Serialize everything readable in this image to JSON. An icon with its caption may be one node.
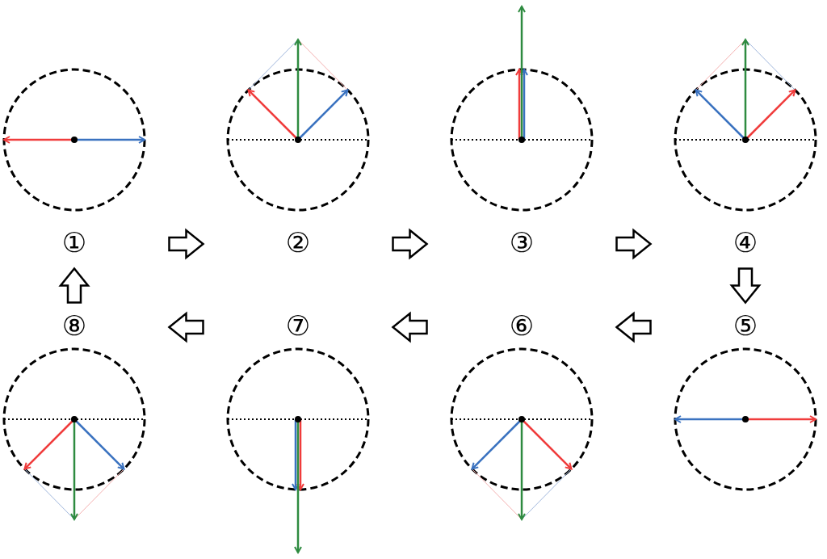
{
  "diagram": {
    "nodes": [
      {
        "text": [],
        "shape": "circle",
        "beside": [
          "①"
        ]
      },
      {
        "text": [],
        "shape": "circle",
        "beside": [
          "②"
        ]
      },
      {
        "text": [],
        "shape": "circle",
        "beside": [
          "③"
        ]
      },
      {
        "text": [],
        "shape": "circle",
        "beside": [
          "④"
        ]
      },
      {
        "text": [],
        "shape": "circle",
        "beside": [
          "⑤"
        ]
      },
      {
        "text": [],
        "shape": "circle",
        "beside": [
          "⑥"
        ]
      },
      {
        "text": [],
        "shape": "circle",
        "beside": [
          "⑦"
        ]
      },
      {
        "text": [],
        "shape": "circle",
        "beside": [
          "⑧"
        ]
      }
    ],
    "edges": [
      {
        "from": 0,
        "to": 1,
        "arrow": "to"
      },
      {
        "from": 1,
        "to": 2,
        "arrow": "to"
      },
      {
        "from": 2,
        "to": 3,
        "arrow": "to"
      },
      {
        "from": 3,
        "to": 4,
        "arrow": "to"
      },
      {
        "from": 4,
        "to": 5,
        "arrow": "to"
      },
      {
        "from": 5,
        "to": 6,
        "arrow": "to"
      },
      {
        "from": 6,
        "to": 7,
        "arrow": "to"
      },
      {
        "from": 7,
        "to": 0,
        "arrow": "to"
      }
    ]
  }
}
